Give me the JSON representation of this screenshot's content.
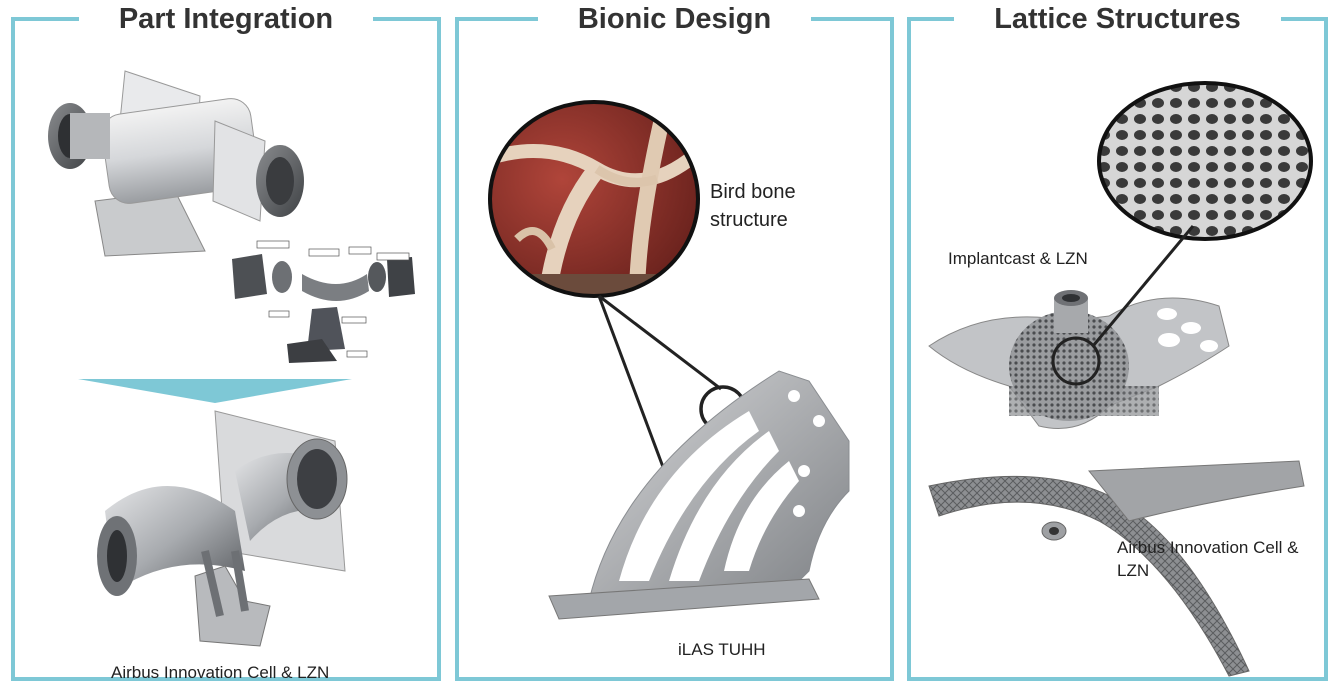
{
  "panels": [
    {
      "title": "Part Integration",
      "captions": {
        "credit": "Airbus Innovation  Cell & LZN"
      }
    },
    {
      "title": "Bionic Design",
      "captions": {
        "detail": "Bird bone structure",
        "credit": "iLAS TUHH"
      }
    },
    {
      "title": "Lattice Structures",
      "captions": {
        "credit_top": "Implantcast & LZN",
        "credit_bottom": "Airbus Innovation Cell & LZN"
      }
    }
  ],
  "colors": {
    "frame": "#7ec8d6",
    "metal": "#b8babd",
    "dark_metal": "#6d7074",
    "bone": "#e6d2bd"
  }
}
